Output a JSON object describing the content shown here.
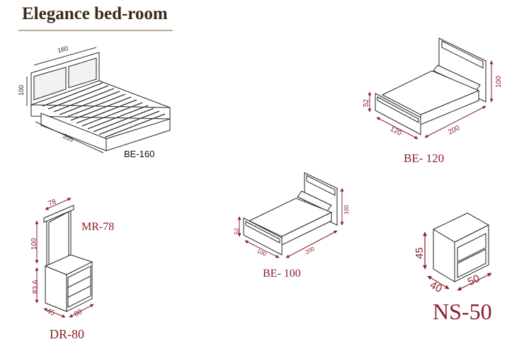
{
  "header": {
    "title": "Elegance bed-room"
  },
  "colors": {
    "dimension": "#8a1f2a",
    "outline": "#222222",
    "label_dark": "#111111"
  },
  "products": {
    "be160": {
      "label": "BE-160",
      "dims": {
        "width": "160",
        "height": "100",
        "length": "205"
      }
    },
    "be120": {
      "label": "BE- 120",
      "dims": {
        "headboard": "100",
        "footboard": "52",
        "width": "120",
        "length": "200"
      }
    },
    "be100": {
      "label": "BE- 100",
      "dims": {
        "headboard": "100",
        "footboard": "52",
        "width": "100",
        "length": "200"
      }
    },
    "mr78": {
      "label": "MR-78",
      "dims": {
        "width": "78",
        "height": "100"
      }
    },
    "dr80": {
      "label": "DR-80",
      "dims": {
        "height": "83,6",
        "depth": "45",
        "width": "80"
      }
    },
    "ns50": {
      "label": "NS-50",
      "dims": {
        "height": "45",
        "depth": "40",
        "width": "50"
      }
    }
  }
}
